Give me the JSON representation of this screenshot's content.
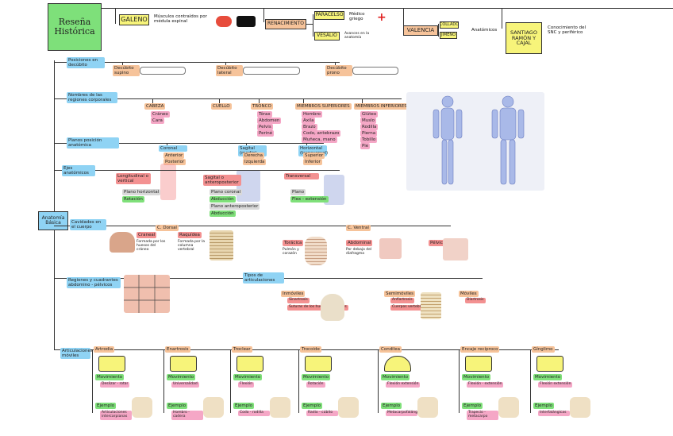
{
  "title": {
    "line1": "Reseña",
    "line2": "Histórica"
  },
  "historia": {
    "galeno": "GALENO",
    "galeno_desc": "Músculos contraídos por médula espinal",
    "renacimiento": "RENACIMIENTO",
    "paracelso": "PARACELSO",
    "paracelso_desc": "Médico griego",
    "vesalio": "VESALIO",
    "vesalio_desc": "Avances en la anatomía",
    "valencia": "VALENCIA",
    "collado": "COLLADO",
    "jimeno": "JIMENO",
    "valencia_desc": "Anatómicos",
    "cajal": "SANTIAGO RAMÓN Y CAJAL",
    "cajal_desc": "Conocimiento del SNC y periférico"
  },
  "root": "Anatomía Básica",
  "posiciones": {
    "label": "Posiciones en decúbito",
    "items": [
      "Decúbito supino",
      "Decúbito lateral",
      "Decúbito prono"
    ]
  },
  "regiones": {
    "label": "Nombres de las regiones corporales",
    "groups": [
      {
        "name": "CABEZA",
        "items": [
          "Cráneo",
          "Cara"
        ]
      },
      {
        "name": "CUELLO",
        "items": []
      },
      {
        "name": "TRONCO",
        "items": [
          "Tórax",
          "Abdomen",
          "Pelvis",
          "Periné"
        ]
      },
      {
        "name": "MIEMBROS SUPERIORES",
        "items": [
          "Hombro",
          "Axila",
          "Brazo",
          "Codo, antebrazo",
          "Muñeca, mano"
        ]
      },
      {
        "name": "MIEMBROS INFERIORES",
        "items": [
          "Glúteo",
          "Muslo",
          "Rodilla",
          "Pierna",
          "Tobillo",
          "Pie"
        ]
      }
    ]
  },
  "planos": {
    "label": "Planos posición anatómica",
    "items": [
      {
        "name": "Coronal",
        "sub": [
          "Anterior",
          "Posterior"
        ]
      },
      {
        "name": "Sagital (medio)",
        "sub": [
          "Derecha",
          "Izquierda"
        ]
      },
      {
        "name": "Horizontal (transversal)",
        "sub": [
          "Superior",
          "Inferior"
        ]
      }
    ]
  },
  "ejes": {
    "label": "Ejes anatómicos",
    "items": [
      {
        "name": "Longitudinal o vertical",
        "sub": [
          "Plano horizontal",
          "Rotación"
        ]
      },
      {
        "name": "Sagital o anteroposterior",
        "sub": [
          "Plano coronal",
          "Abducción",
          "Plano anteroposterior",
          "Abducción"
        ]
      },
      {
        "name": "Transversal",
        "sub": [
          "Plano",
          "Flex - extensión"
        ]
      }
    ]
  },
  "cavidades": {
    "label": "Cavidades en el cuerpo",
    "dorsal": "C. Dorsal",
    "dorsal_items": [
      {
        "name": "Craneal",
        "desc": "Formada por los huesos del cráneo"
      },
      {
        "name": "Raquídea",
        "desc": "Formada por la columna vertebral"
      }
    ],
    "ventral": "C. Ventral",
    "ventral_items": [
      {
        "name": "Torácica",
        "desc": "Pulmón y corazón"
      },
      {
        "name": "Abdominal",
        "desc": "Por debajo del diafragma"
      },
      {
        "name": "Pélvica",
        "desc": ""
      }
    ]
  },
  "regiones_abd": {
    "label": "Regiones y cuadrantes abdomino - pélvicos"
  },
  "articulaciones_tipos": {
    "label": "Tipos de articulaciones",
    "items": [
      {
        "name": "Inmóviles",
        "sub": [
          "Sinartrosis",
          "Suturas de los huesos craneales"
        ]
      },
      {
        "name": "Semimóviles",
        "sub": [
          "Anfiartrosis",
          "Cuerpos vertebrales"
        ]
      },
      {
        "name": "Móviles",
        "sub": [
          "Diartrosis"
        ]
      }
    ]
  },
  "moviles": {
    "label": "Articulaciones móviles",
    "types": [
      {
        "name": "Artrodia",
        "mov": "Movimiento",
        "movd": "Deslizar - rotar",
        "ej": "Ejemplo",
        "ejd": "Articulaciones intercarpianas"
      },
      {
        "name": "Enartrosis",
        "mov": "Movimiento",
        "movd": "Universalidad",
        "ej": "Ejemplo",
        "ejd": "Hombro - cadera"
      },
      {
        "name": "Troclear",
        "mov": "Movimiento",
        "movd": "Flexión",
        "ej": "Ejemplo",
        "ejd": "Codo - rodilla"
      },
      {
        "name": "Trocoide",
        "mov": "Movimiento",
        "movd": "Rotación",
        "ej": "Ejemplo",
        "ejd": "Radio - cúbito"
      },
      {
        "name": "Condilea",
        "mov": "Movimiento",
        "movd": "Flexión extensión",
        "ej": "Ejemplo",
        "ejd": "Metacarpofalángica"
      },
      {
        "name": "Encaje recíproco",
        "mov": "Movimiento",
        "movd": "Flexión - extensión",
        "ej": "Ejemplo",
        "ejd": "Trapecio - metacarpo"
      },
      {
        "name": "Gínglimo",
        "mov": "Movimiento",
        "movd": "Flexión extensión",
        "ej": "Ejemplo",
        "ejd": "Interfalángicas"
      }
    ]
  }
}
